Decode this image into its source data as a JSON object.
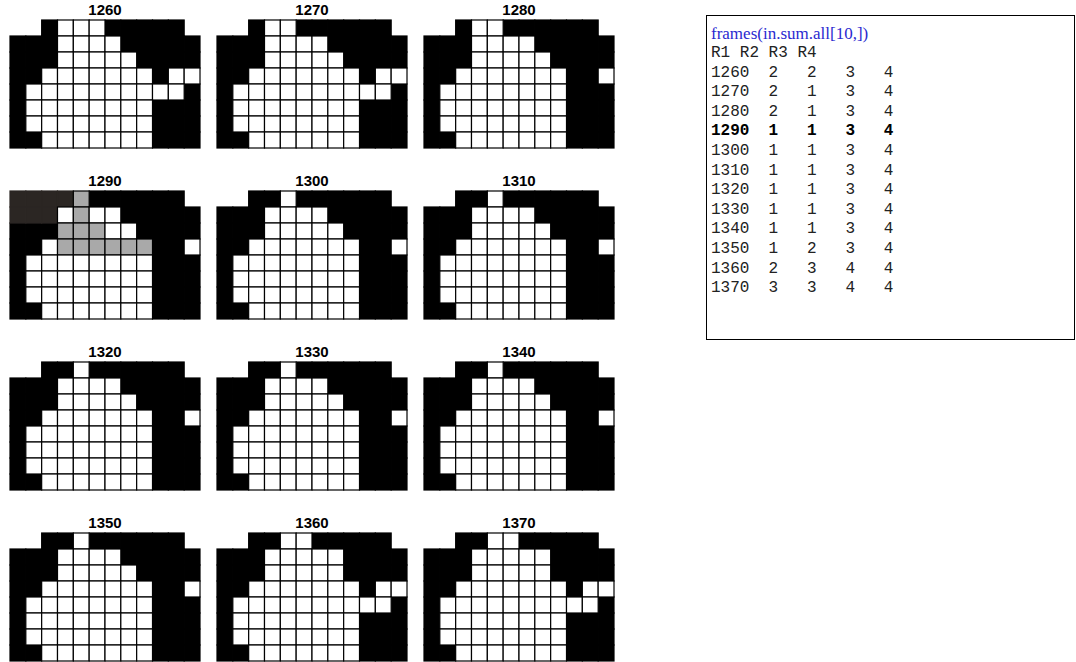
{
  "diagram": {
    "nodes": [
      {
        "text": [
          "frames(in.sum.all[10,])",
          "R1 R2 R3 R4",
          "1260  2   2   3   4",
          "1270  2   1   3   4",
          "1280  2   1   3   4",
          "1290  1   1   3   4",
          "1300  1   1   3   4",
          "1310  1   1   3   4",
          "1320  1   1   3   4",
          "1330  1   1   3   4",
          "1340  1   1   3   4",
          "1350  1   2   3   4",
          "1360  2   3   4   4",
          "1370  3   3   4   4"
        ]
      }
    ],
    "labels": [
      "1260",
      "1270",
      "1280",
      "1290",
      "1300",
      "1310",
      "1320",
      "1330",
      "1340",
      "1350",
      "1360",
      "1370"
    ]
  }
}
